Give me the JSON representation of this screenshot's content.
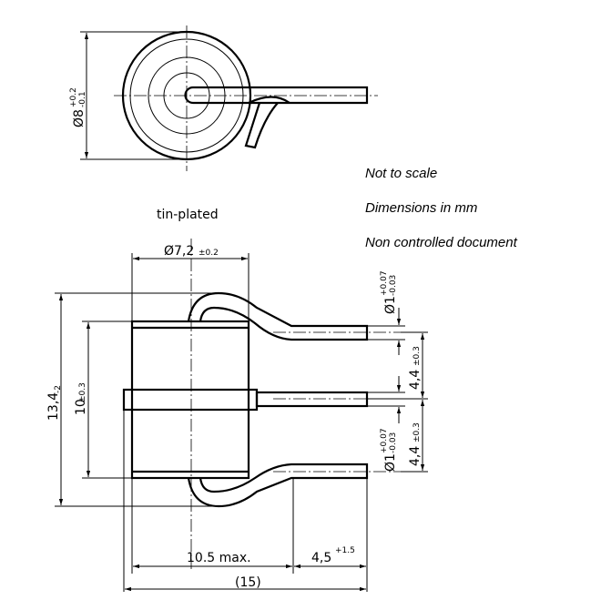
{
  "notes": {
    "scale": "Not to scale",
    "units": "Dimensions in mm",
    "document": "Non controlled document"
  },
  "labels": {
    "finish": "tin-plated"
  },
  "dimensions": {
    "top_diameter": {
      "main": "Ø8",
      "tol_upper": "+0.2",
      "tol_lower": "-0.1"
    },
    "body_diameter": {
      "main": "Ø7,2",
      "tol": "±0.2"
    },
    "overall_height": {
      "main": "13,4",
      "tol": "-2"
    },
    "body_height": {
      "main": "10",
      "tol": "±0.3"
    },
    "lead_diameter_upper": {
      "main": "Ø1",
      "tol_upper": "+0.07",
      "tol_lower": "-0.03"
    },
    "lead_diameter_lower": {
      "main": "Ø1",
      "tol_upper": "+0.07",
      "tol_lower": "-0.03"
    },
    "pitch_upper": {
      "main": "4,4",
      "tol": "±0.3"
    },
    "pitch_lower": {
      "main": "4,4",
      "tol": "±0.3"
    },
    "body_length": {
      "main": "10.5 max."
    },
    "lead_length": {
      "main": "4,5",
      "tol": "+1.5"
    },
    "overall_length": {
      "main": "(15)"
    }
  }
}
